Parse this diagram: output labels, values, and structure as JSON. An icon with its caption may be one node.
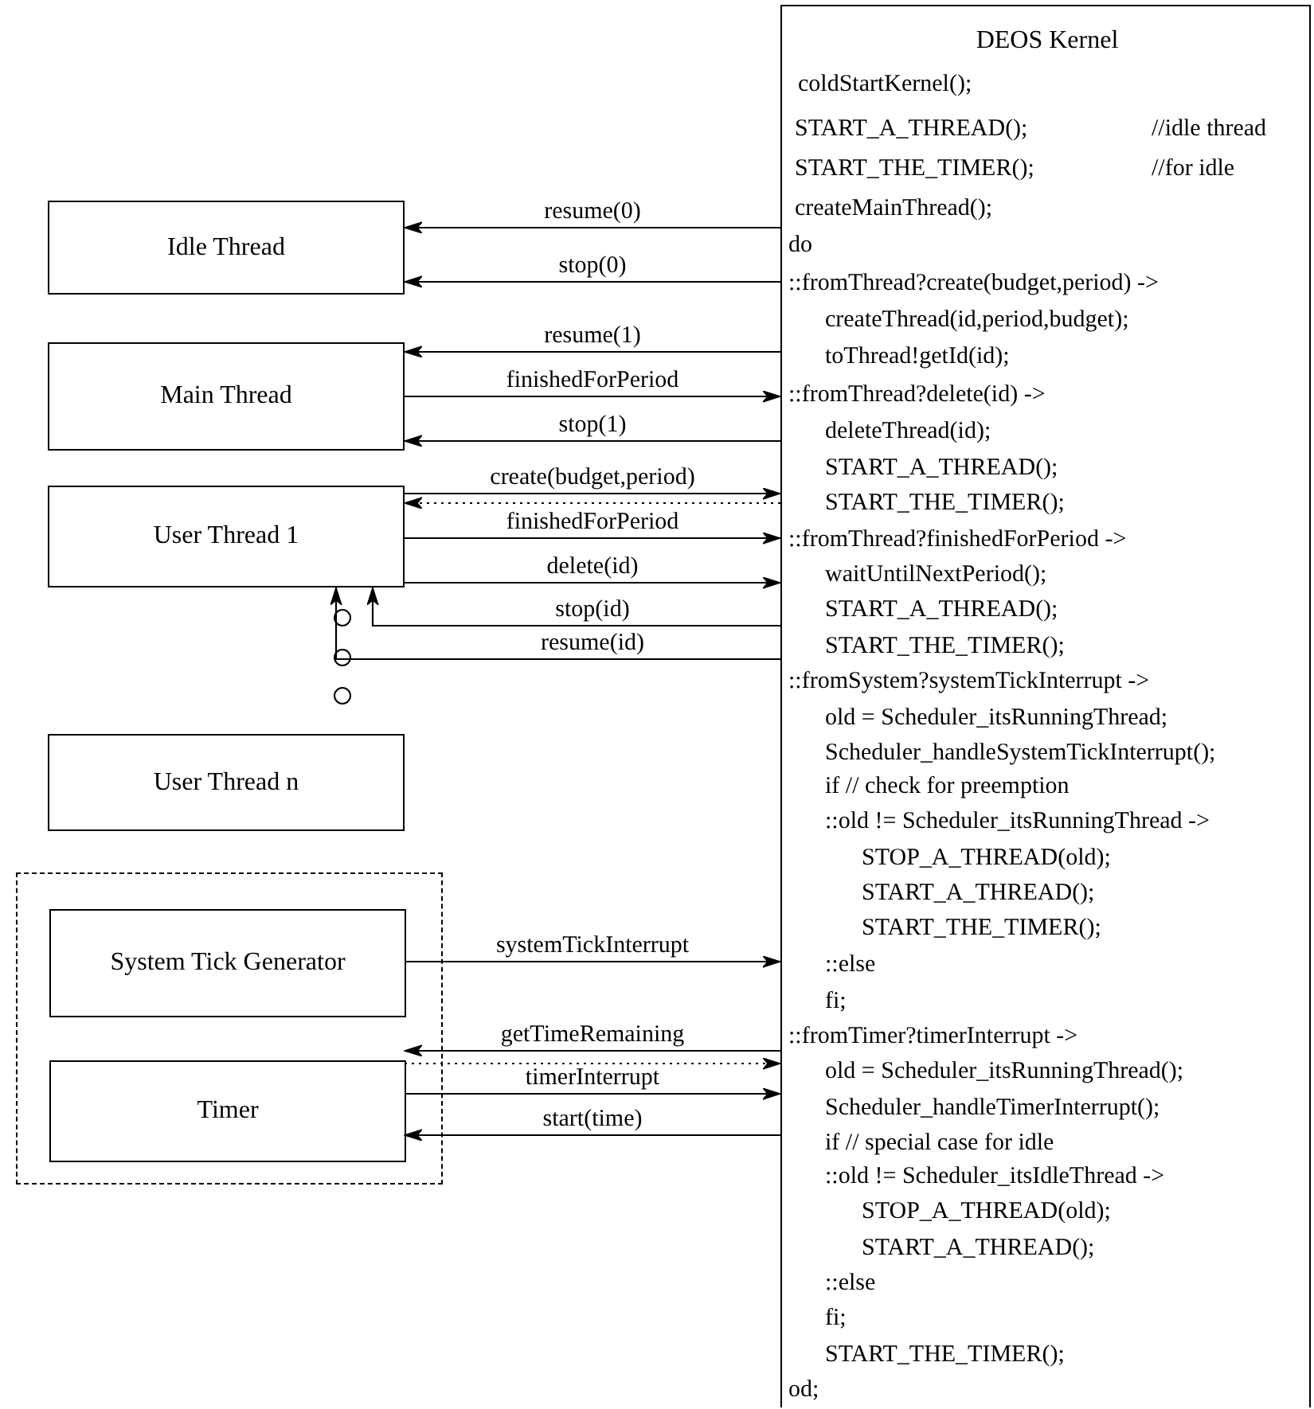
{
  "diagram": {
    "nodes": [
      {
        "text": [
          "DEOS Kernel",
          "coldStartKernel();",
          "START_A_THREAD();",
          "//idle thread",
          "START_THE_TIMER();",
          "//for idle",
          "createMainThread();",
          "do",
          "::fromThread?create(budget,period) ->",
          "createThread(id,period,budget);",
          "toThread!getId(id);",
          "::fromThread?delete(id) ->",
          "deleteThread(id);",
          "START_A_THREAD();",
          "START_THE_TIMER();",
          "::fromThread?finishedForPeriod ->",
          "waitUntilNextPeriod();",
          "START_A_THREAD();",
          "START_THE_TIMER();",
          "::fromSystem?systemTickInterrupt ->",
          "old = Scheduler_itsRunningThread;",
          "Scheduler_handleSystemTickInterrupt();",
          "if  // check for preemption",
          "::old != Scheduler_itsRunningThread ->",
          "STOP_A_THREAD(old);",
          "START_A_THREAD();",
          "START_THE_TIMER();",
          "::else",
          "fi;",
          "::fromTimer?timerInterrupt ->",
          "old = Scheduler_itsRunningThread();",
          "Scheduler_handleTimerInterrupt();",
          "if // special case for idle",
          "::old != Scheduler_itsIdleThread ->",
          "STOP_A_THREAD(old);",
          "START_A_THREAD();",
          "::else",
          "fi;",
          "START_THE_TIMER();",
          "od;"
        ]
      },
      {
        "text": [
          "Idle Thread"
        ]
      },
      {
        "text": [
          "Main Thread"
        ]
      },
      {
        "text": [
          "User Thread 1"
        ]
      },
      {
        "text": [
          "User Thread n"
        ]
      },
      {
        "text": [],
        "shape": "box"
      },
      {
        "text": [
          "System Tick Generator"
        ],
        "in": 5
      },
      {
        "text": [
          "Timer"
        ],
        "in": 5
      }
    ],
    "edges": [
      {
        "from": 0,
        "to": 1,
        "arrow": "to",
        "label": "resume(0)"
      },
      {
        "from": 0,
        "to": 1,
        "arrow": "to",
        "label": "stop(0)"
      },
      {
        "from": 0,
        "to": 2,
        "arrow": "to",
        "label": "resume(1)"
      },
      {
        "from": 2,
        "to": 0,
        "arrow": "to",
        "label": "finishedForPeriod"
      },
      {
        "from": 0,
        "to": 2,
        "arrow": "to",
        "label": "stop(1)"
      },
      {
        "from": 3,
        "to": 0,
        "arrow": "to",
        "label": "create(budget,period)"
      },
      {
        "from": 0,
        "to": 3,
        "arrow": "to",
        "style": "dashed"
      },
      {
        "from": 3,
        "to": 0,
        "arrow": "to",
        "label": "finishedForPeriod"
      },
      {
        "from": 3,
        "to": 0,
        "arrow": "to",
        "label": "delete(id)"
      },
      {
        "from": 0,
        "to": 3,
        "arrow": "to",
        "label": "stop(id)"
      },
      {
        "from": 0,
        "to": 3,
        "arrow": "to",
        "label": "resume(id)"
      },
      {
        "from": 6,
        "to": 0,
        "arrow": "to",
        "label": "systemTickInterrupt"
      },
      {
        "from": 0,
        "to": 7,
        "arrow": "to",
        "label": "getTimeRemaining"
      },
      {
        "from": 7,
        "to": 0,
        "arrow": "to",
        "style": "dashed"
      },
      {
        "from": 7,
        "to": 0,
        "arrow": "to",
        "label": "timerInterrupt"
      },
      {
        "from": 0,
        "to": 7,
        "arrow": "to",
        "label": "start(time)"
      }
    ]
  }
}
